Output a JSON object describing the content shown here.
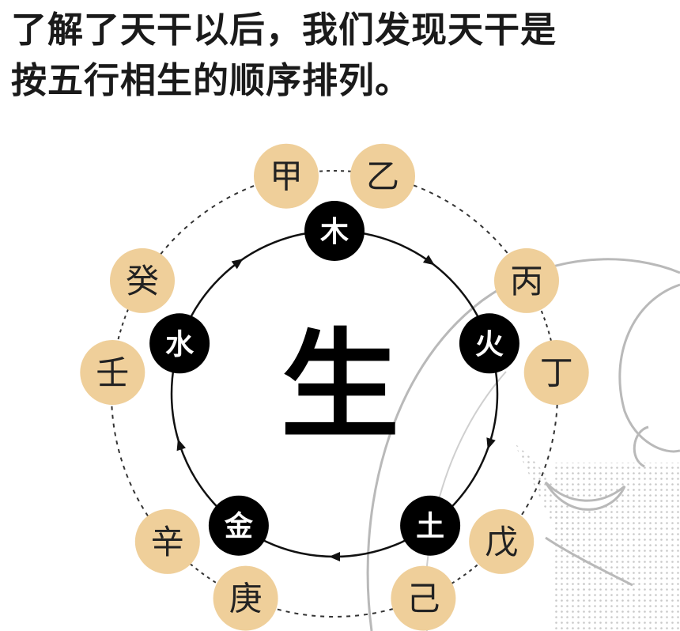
{
  "header": {
    "line1": "了解了天干以后，我们发现天干是",
    "line2": "按五行相生的顺序排列。"
  },
  "center_label": "生",
  "elements": [
    {
      "id": "wood",
      "label": "木",
      "stems": [
        "甲",
        "乙"
      ]
    },
    {
      "id": "fire",
      "label": "火",
      "stems": [
        "丙",
        "丁"
      ]
    },
    {
      "id": "earth",
      "label": "土",
      "stems": [
        "戊",
        "己"
      ]
    },
    {
      "id": "metal",
      "label": "金",
      "stems": [
        "庚",
        "辛"
      ]
    },
    {
      "id": "water",
      "label": "水",
      "stems": [
        "壬",
        "癸"
      ]
    }
  ],
  "colors": {
    "stem_fill": "#efcf9a",
    "element_fill": "#000000",
    "ring_stroke": "#111111",
    "sketch_stroke": "#b9b9b9"
  }
}
